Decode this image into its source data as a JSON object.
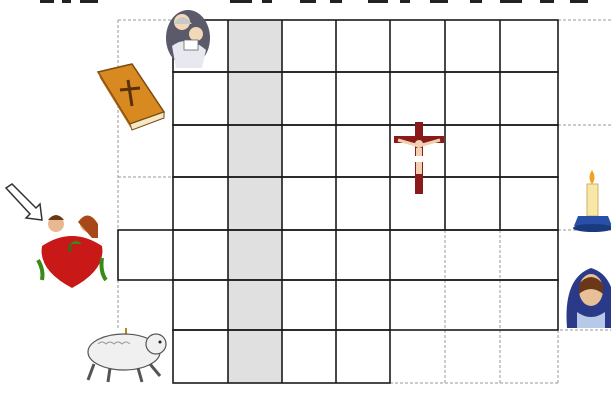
{
  "puzzle": {
    "grid_rows": 7,
    "grid_cols": 9,
    "highlighted_column": 2,
    "highlight_color": "#e0e0e0",
    "line_color": "#1a1a1a",
    "dashed_color": "#9a9a9a",
    "clues": [
      {
        "name": "praying-figures-icon",
        "row": 0,
        "side": "left"
      },
      {
        "name": "bible-book-icon",
        "row": 1,
        "side": "left"
      },
      {
        "name": "crucifix-icon",
        "row": 2,
        "side": "inside"
      },
      {
        "name": "lit-candle-icon",
        "row": 3,
        "side": "right"
      },
      {
        "name": "adam-eve-apple-icon",
        "row": 4,
        "side": "left"
      },
      {
        "name": "virgin-mary-icon",
        "row": 5,
        "side": "right"
      },
      {
        "name": "lamb-of-god-icon",
        "row": 6,
        "side": "left"
      }
    ],
    "pointer": {
      "name": "arrow-pointer-icon",
      "row": 4
    }
  }
}
